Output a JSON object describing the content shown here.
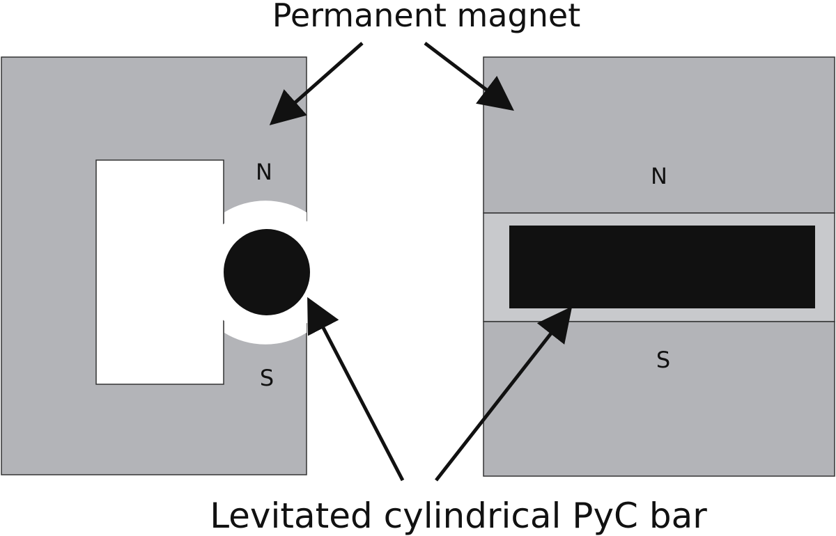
{
  "labels": {
    "permanent_magnet": "Permanent magnet",
    "levitated_bar": "Levitated cylindrical PyC bar"
  },
  "left_magnet": {
    "north": "N",
    "south": "S"
  },
  "right_magnet": {
    "north": "N",
    "south": "S"
  },
  "colors": {
    "magnet_gray": "#b3b4b8",
    "gap_light_gray": "#c8c9cc",
    "bar_black": "#111111",
    "background": "#ffffff",
    "stroke": "#111111"
  }
}
